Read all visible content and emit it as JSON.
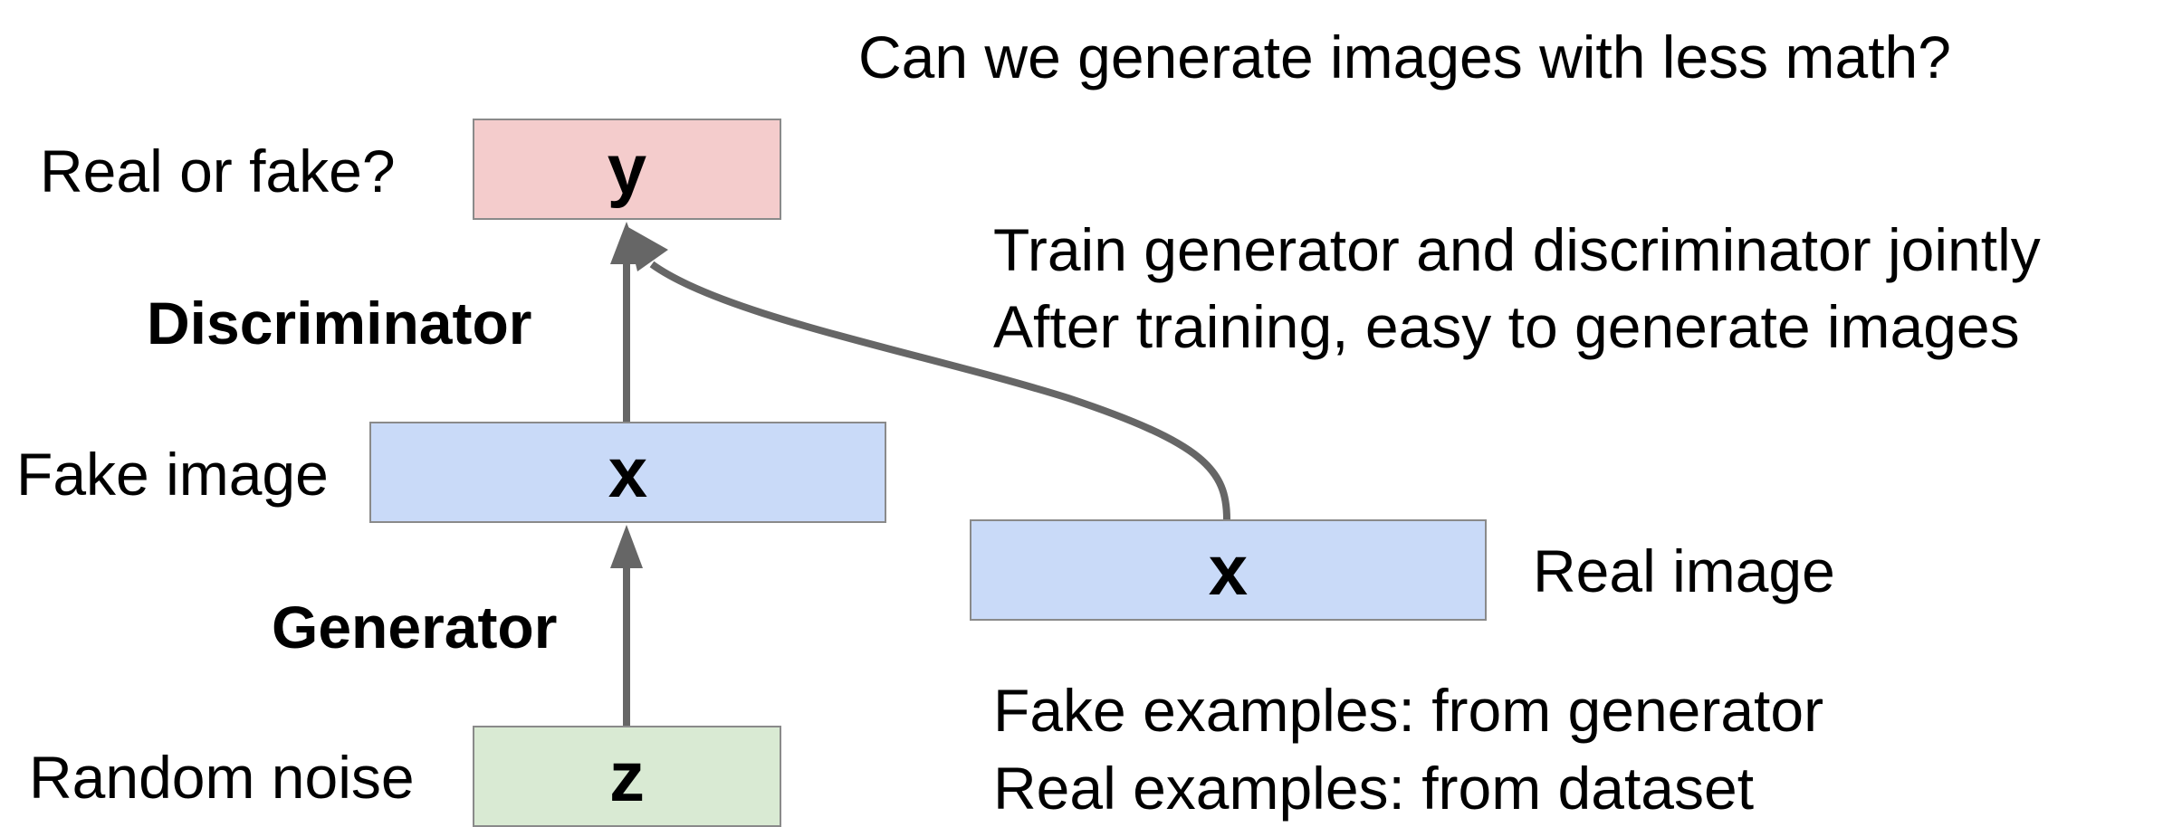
{
  "title": "Can we generate images with less math?",
  "labels": {
    "real_or_fake": "Real or fake?",
    "discriminator": "Discriminator",
    "fake_image": "Fake image",
    "generator": "Generator",
    "random_noise": "Random noise",
    "real_image": "Real image"
  },
  "boxes": {
    "output_y": "y",
    "fake_x": "x",
    "real_x": "x",
    "noise_z": "z"
  },
  "notes": {
    "training": [
      "Train generator and discriminator jointly",
      "After training, easy to generate images"
    ],
    "examples": [
      "Fake examples: from generator",
      "Real examples: from dataset"
    ]
  },
  "colors": {
    "output_box": "#f4cccc",
    "image_box": "#c9daf8",
    "noise_box": "#d9ead3",
    "box_border": "#8a8a8a",
    "arrow": "#666666"
  }
}
